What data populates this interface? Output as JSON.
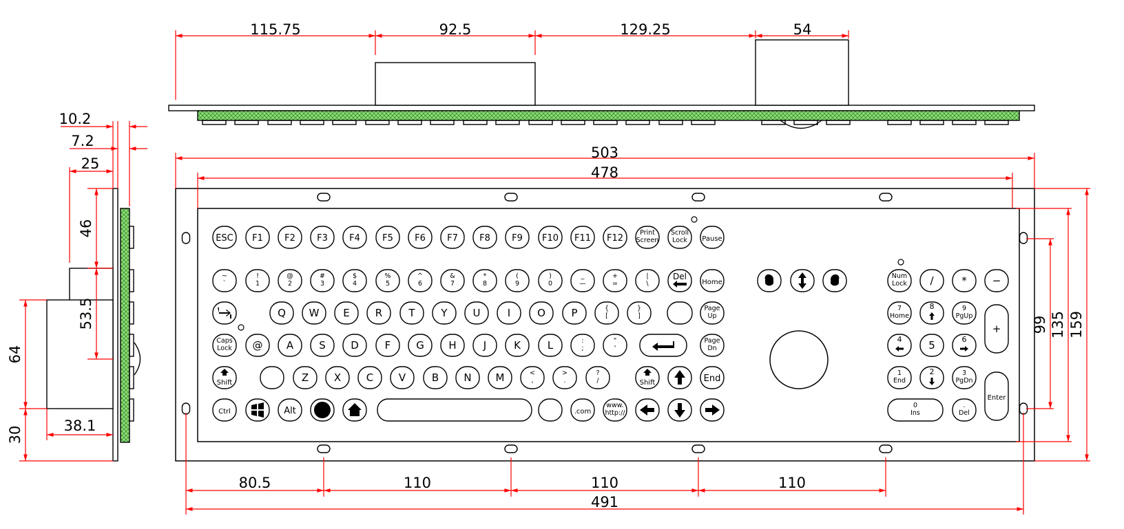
{
  "colors": {
    "dimension_line": "#ff0000",
    "outline": "#000000",
    "gasket_fill": "#8fe07a",
    "background": "#ffffff"
  },
  "top_view": {
    "dimensions": [
      "115.75",
      "92.5",
      "129.25",
      "54"
    ]
  },
  "side_view": {
    "dimensions": [
      "10.2",
      "7.2",
      "25",
      "46",
      "53.5",
      "64",
      "30",
      "38.1"
    ]
  },
  "front_view": {
    "overall_width": "503",
    "inner_width": "478",
    "height_outer": "159",
    "height_mid": "135",
    "height_inner": "99",
    "hole_spacing": [
      "80.5",
      "110",
      "110",
      "110"
    ],
    "hole_span": "491"
  },
  "keyboard": {
    "rows": [
      {
        "row": "function",
        "keys": [
          [
            "ESC"
          ],
          [
            "F1"
          ],
          [
            "F2"
          ],
          [
            "F3"
          ],
          [
            "F4"
          ],
          [
            "F5"
          ],
          [
            "F6"
          ],
          [
            "F7"
          ],
          [
            "F8"
          ],
          [
            "F9"
          ],
          [
            "F10"
          ],
          [
            "F11"
          ],
          [
            "F12"
          ],
          [
            "Print",
            "Screen"
          ],
          [
            "Scroll",
            "Lock"
          ],
          [
            "Pause"
          ]
        ]
      },
      {
        "row": "numbers",
        "keys": [
          [
            "~",
            "`"
          ],
          [
            "!",
            "1"
          ],
          [
            "@",
            "2"
          ],
          [
            "#",
            "3"
          ],
          [
            "$",
            "4"
          ],
          [
            "%",
            "5"
          ],
          [
            "^",
            "6"
          ],
          [
            "&",
            "7"
          ],
          [
            "*",
            "8"
          ],
          [
            "(",
            "9"
          ],
          [
            ")",
            "0"
          ],
          [
            "_",
            "—"
          ],
          [
            "+",
            "="
          ],
          [
            "|",
            "\\"
          ],
          [
            "Del"
          ],
          [
            "Home"
          ]
        ]
      },
      {
        "row": "qwerty",
        "keys": [
          [
            "Q"
          ],
          [
            "W"
          ],
          [
            "E"
          ],
          [
            "R"
          ],
          [
            "T"
          ],
          [
            "Y"
          ],
          [
            "U"
          ],
          [
            "I"
          ],
          [
            "O"
          ],
          [
            "P"
          ],
          [
            "{",
            "["
          ],
          [
            "}",
            "]"
          ],
          [
            ""
          ],
          [
            "Page",
            "Up"
          ]
        ]
      },
      {
        "row": "home",
        "keys": [
          [
            "Caps",
            "Lock"
          ],
          [
            "@"
          ],
          [
            "A"
          ],
          [
            "S"
          ],
          [
            "D"
          ],
          [
            "F"
          ],
          [
            "G"
          ],
          [
            "H"
          ],
          [
            "J"
          ],
          [
            "K"
          ],
          [
            "L"
          ],
          [
            ":",
            ";"
          ],
          [
            "\"",
            "'"
          ],
          [
            "Page",
            "Dn"
          ]
        ]
      },
      {
        "row": "bottom-letters",
        "keys": [
          [
            "Shift"
          ],
          [
            ""
          ],
          [
            "Z"
          ],
          [
            "X"
          ],
          [
            "C"
          ],
          [
            "V"
          ],
          [
            "B"
          ],
          [
            "N"
          ],
          [
            "M"
          ],
          [
            "<",
            ","
          ],
          [
            ">",
            "."
          ],
          [
            "?",
            "/"
          ],
          [
            "Shift"
          ],
          [
            "End"
          ]
        ]
      },
      {
        "row": "modifiers",
        "keys": [
          [
            "Ctrl"
          ],
          [
            "Alt"
          ],
          [
            ""
          ],
          [
            ".com"
          ],
          [
            "www.",
            "http://"
          ]
        ]
      }
    ],
    "numpad": [
      [
        "Num",
        "Lock"
      ],
      [
        "/"
      ],
      [
        "*"
      ],
      [
        "−"
      ],
      [
        "7",
        "Home"
      ],
      [
        "8"
      ],
      [
        "9",
        "PgUp"
      ],
      [
        "+"
      ],
      [
        "4"
      ],
      [
        "5"
      ],
      [
        "6"
      ],
      [
        "1",
        "End"
      ],
      [
        "2"
      ],
      [
        "3",
        "PgDn"
      ],
      [
        "Enter"
      ],
      [
        "0",
        "Ins"
      ],
      [
        ".",
        "Del"
      ]
    ]
  }
}
